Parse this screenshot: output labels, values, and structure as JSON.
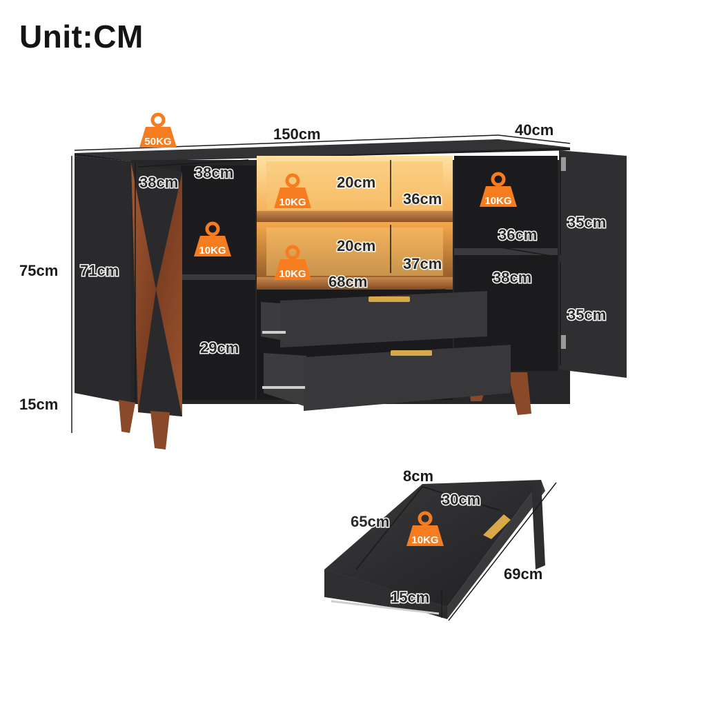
{
  "title": "Unit:CM",
  "dimensions": {
    "total_width": "150cm",
    "depth": "40cm",
    "total_height": "75cm",
    "body_height": "71cm",
    "leg_height": "15cm",
    "left_cabinet_width": "38cm",
    "left_cabinet_depth": "38cm",
    "left_lower_height": "29cm",
    "shelf_gap_upper": "20cm",
    "shelf_gap_lower": "20cm",
    "shelf_depth": "36cm",
    "shelf_bottom_depth": "37cm",
    "middle_width": "68cm",
    "right_shelf_depth": "36cm",
    "right_cabinet_width": "38cm",
    "right_upper_height": "35cm",
    "right_lower_height": "35cm"
  },
  "weights": {
    "top": "50KG",
    "left_shelf": "10KG",
    "mid_upper": "10KG",
    "mid_lower": "10KG",
    "right_shelf": "10KG",
    "drawer": "10KG"
  },
  "drawer": {
    "front_width": "8cm",
    "inner_width": "30cm",
    "inner_length": "65cm",
    "outer_length": "69cm",
    "height": "15cm"
  },
  "colors": {
    "cabinet_dark": "#2b2b2d",
    "walnut": "#8a4a2a",
    "led_glow": "#f5b14a",
    "weight_badge": "#f57c1f",
    "gold_handle": "#d8a94a"
  }
}
